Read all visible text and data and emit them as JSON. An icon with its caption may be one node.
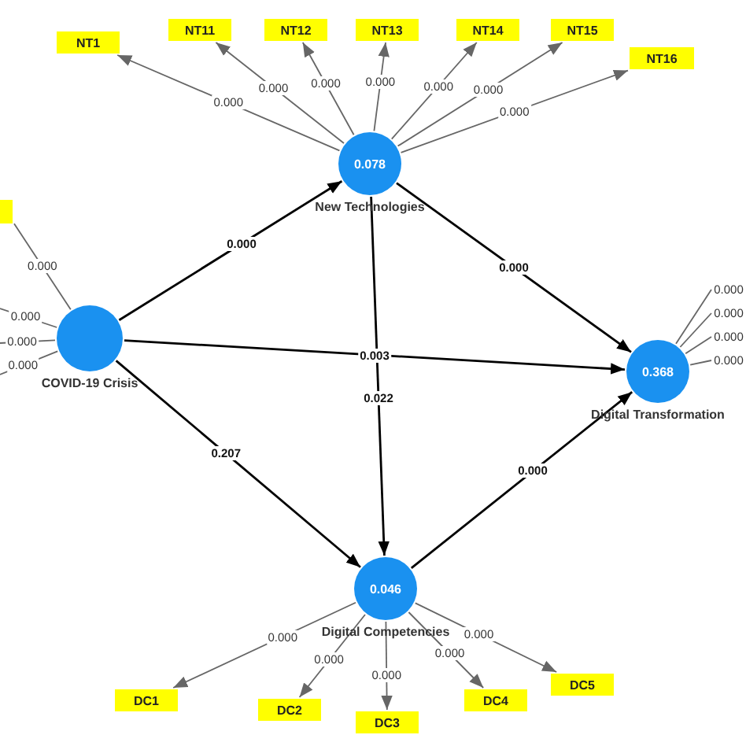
{
  "diagram": {
    "nodes": [
      {
        "text": [
          "NT1"
        ]
      },
      {
        "text": [
          "NT11"
        ]
      },
      {
        "text": [
          "NT12"
        ]
      },
      {
        "text": [
          "NT13"
        ]
      },
      {
        "text": [
          "NT14"
        ]
      },
      {
        "text": [
          "NT15"
        ]
      },
      {
        "text": [
          "NT16"
        ]
      },
      {
        "text": [],
        "shape": "box"
      },
      {
        "text": [
          "0.078"
        ],
        "beside": [
          "New Technologies"
        ]
      },
      {
        "text": [],
        "shape": "circle",
        "beside": [
          "COVID-19 Crisis"
        ]
      },
      {
        "text": [
          "0.368"
        ],
        "beside": [
          "Digital Transformation"
        ]
      },
      {
        "text": [
          "0.046"
        ],
        "beside": [
          "Digital Competencies"
        ]
      },
      {
        "text": [
          "DC1"
        ]
      },
      {
        "text": [
          "DC2"
        ]
      },
      {
        "text": [
          "DC3"
        ]
      },
      {
        "text": [
          "DC4"
        ]
      },
      {
        "text": [
          "DC5"
        ]
      }
    ],
    "edges": [
      {
        "from": 8,
        "to": 0,
        "arrow": "to",
        "label": "0.000"
      },
      {
        "from": 8,
        "to": 1,
        "arrow": "to",
        "label": "0.000"
      },
      {
        "from": 8,
        "to": 2,
        "arrow": "to",
        "label": "0.000"
      },
      {
        "from": 8,
        "to": 3,
        "arrow": "to",
        "label": "0.000"
      },
      {
        "from": 8,
        "to": 4,
        "arrow": "to",
        "label": "0.000"
      },
      {
        "from": 8,
        "to": 5,
        "arrow": "to",
        "label": "0.000"
      },
      {
        "from": 8,
        "to": 6,
        "arrow": "to",
        "label": "0.000"
      },
      {
        "from": 9,
        "to": 7,
        "arrow": "none",
        "label": "0.000"
      },
      {
        "from": 9,
        "to": null,
        "arrow": "none",
        "label": "0.000"
      },
      {
        "from": 9,
        "to": null,
        "arrow": "none",
        "label": "0.000"
      },
      {
        "from": 9,
        "to": null,
        "arrow": "none",
        "label": "0.000"
      },
      {
        "from": 10,
        "to": null,
        "arrow": "none",
        "label": "0.000"
      },
      {
        "from": 10,
        "to": null,
        "arrow": "none",
        "label": "0.000"
      },
      {
        "from": 10,
        "to": null,
        "arrow": "none",
        "label": "0.000"
      },
      {
        "from": 10,
        "to": null,
        "arrow": "none",
        "label": "0.000"
      },
      {
        "from": 9,
        "to": 8,
        "arrow": "to",
        "label": "0.000",
        "color": "#000000"
      },
      {
        "from": 8,
        "to": 10,
        "arrow": "to",
        "label": "0.000",
        "color": "#000000"
      },
      {
        "from": 9,
        "to": 10,
        "arrow": "to",
        "label": "0.003",
        "color": "#000000"
      },
      {
        "from": 8,
        "to": 11,
        "arrow": "to",
        "label": "0.022",
        "color": "#000000"
      },
      {
        "from": 9,
        "to": 11,
        "arrow": "to",
        "label": "0.207",
        "color": "#000000"
      },
      {
        "from": 11,
        "to": 10,
        "arrow": "to",
        "label": "0.000",
        "color": "#000000"
      },
      {
        "from": 11,
        "to": 12,
        "arrow": "to",
        "label": "0.000"
      },
      {
        "from": 11,
        "to": 13,
        "arrow": "to",
        "label": "0.000"
      },
      {
        "from": 11,
        "to": 14,
        "arrow": "to",
        "label": "0.000"
      },
      {
        "from": 11,
        "to": 15,
        "arrow": "to",
        "label": "0.000"
      },
      {
        "from": 11,
        "to": 16,
        "arrow": "to",
        "label": "0.000"
      }
    ]
  }
}
